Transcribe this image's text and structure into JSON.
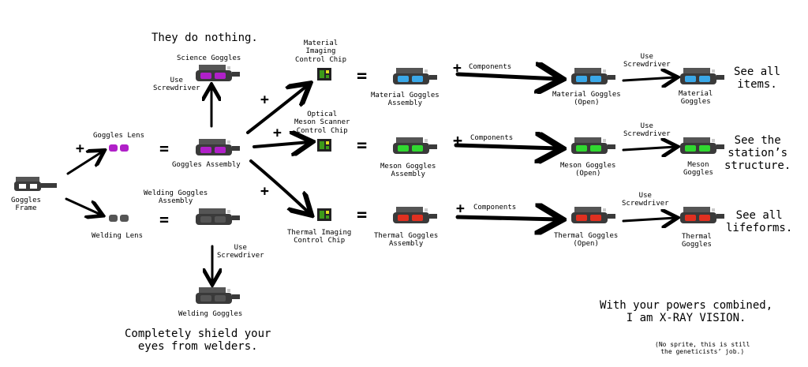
{
  "labels": {
    "goggles_frame": "Goggles\nFrame",
    "goggles_lens": "Goggles Lens",
    "welding_lens": "Welding Lens",
    "goggles_assembly": "Goggles Assembly",
    "welding_goggles_assembly": "Welding Goggles\nAssembly",
    "welding_goggles": "Welding Goggles",
    "science_goggles": "Science Goggles",
    "material_chip": "Material\nImaging\nControl Chip",
    "meson_chip": "Optical\nMeson Scanner\nControl Chip",
    "thermal_chip": "Thermal Imaging\nControl Chip",
    "material_assembly": "Material Goggles\nAssembly",
    "meson_assembly": "Meson Goggles\nAssembly",
    "thermal_assembly": "Thermal Goggles\nAssembly",
    "material_open": "Material Goggles\n(Open)",
    "meson_open": "Meson Goggles\n(Open)",
    "thermal_open": "Thermal Goggles\n(Open)",
    "material_goggles": "Material\nGoggles",
    "meson_goggles": "Meson\nGoggles",
    "thermal_goggles": "Thermal\nGoggles",
    "use_screwdriver": "Use\nScrewdriver",
    "components": "Components"
  },
  "notes": {
    "do_nothing": "They do nothing.",
    "see_items": "See all\nitems.",
    "see_structure": "See the\nstation’s\nstructure.",
    "see_lifeforms": "See all\nlifeforms.",
    "shield": "Completely shield your\neyes from welders.",
    "xray": "With your powers combined,\nI am X-RAY VISION.",
    "xray_note": "(No sprite, this is still\nthe geneticists’ job.)"
  },
  "symbols": {
    "plus": "+",
    "equals": "="
  },
  "colors": {
    "frame": "#3a3a3a",
    "science_lens": "#b020c8",
    "welding_lens": "#444444",
    "material_lens": "#3aa8e8",
    "meson_lens": "#30d830",
    "thermal_lens": "#e03020",
    "chip_green": "#3c9a1a"
  }
}
